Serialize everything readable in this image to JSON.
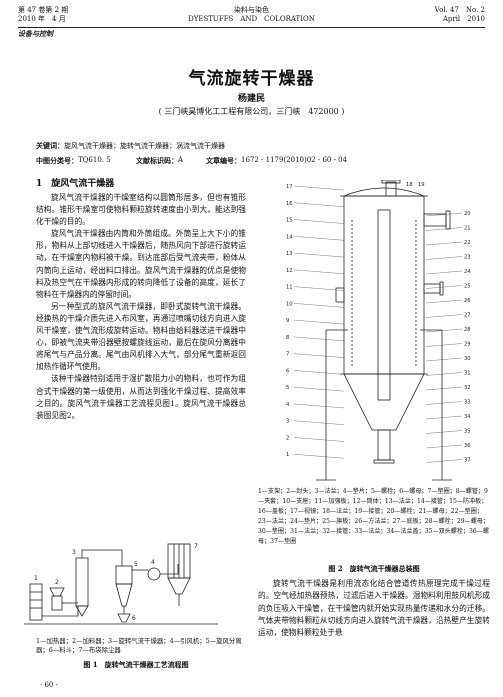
{
  "header": {
    "volume_cn": "第 47 卷第 2 期",
    "date_cn": "2010 年　4 月",
    "journal_cn": "染料与染色",
    "journal_en": "DYESTUFFS　AND　COLORATION",
    "volume_en": "Vol. 47　No. 2",
    "date_en": "April　2010",
    "section": "设备与控制"
  },
  "article": {
    "title": "气流旋转干燥器",
    "author": "杨建民",
    "affiliation": "( 三门峡昊博化工工程有限公司，三门峡　472000 )",
    "keywords_label": "关键词：",
    "keywords": "旋风气流干燥器；旋转气流干燥器；涡流气流干燥器",
    "clc_label": "中图分类号：",
    "clc": "TQ610. 5",
    "doc_code_label": "文献标识码：",
    "doc_code": "A",
    "article_no_label": "文章编号：",
    "article_no": "1672 - 1179(2010)02 - 60 - 04"
  },
  "body": {
    "section1_heading": "1　旋风气流干燥器",
    "p1": "旋风气流干燥器的干燥室结构以圆筒形居多，但也有锥形结构。锥形干燥室可使物料颗粒旋转速度由小到大，能达到强化干燥的目的。",
    "p2": "旋风气流干燥器由内筒和外筒组成。外筒呈上大下小的锥形，物料从上部切线进入干燥器后，随热风向下部进行旋转运动，在干燥室内物料被干燥。到达底部后受气流夹带，粉体从内筒向上运动，经出料口排出。旋风气流干燥器的优点是使物料及热空气在干燥器内形成的转向降低了设备的高度，延长了物料在干燥器内的停留时间。",
    "p3": "另一种型式的旋风气流干燥器，即卧式旋转气流干燥器。经换热的干燥介质先进入布风室，再通过喷嘴切线方向进入旋风干燥室，使气流形成旋转运动。物料由给料器送进干燥器中心，即被气流夹带沿器壁按螺旋线运动，最后在旋风分离器中将尾气与产品分离。尾气由风机排入大气，部分尾气重新返回加热作循环气使用。",
    "p4": "该种干燥器特别适用于湿扩散阻力小的物料，也可作为组合式干燥器的第一级使用，从而达到强化干燥过程、提高效率之目的。旋风气流干燥器工艺流程见图1。旋风气流干燥器总装图见图2。"
  },
  "figure1": {
    "caption": "1—加热器；2—加料器；3—旋转气流干燥器；4—引风机；5—旋风分离器；6—料斗；7—布袋除尘器",
    "title": "图 1　旋转气流干燥器工艺流程图",
    "labels": [
      "1",
      "2",
      "3",
      "4",
      "5",
      "6",
      "7"
    ]
  },
  "figure2": {
    "caption": "1—支架；2—封头；3—法兰；4—垫片；5—螺栓；6—螺母；7—垫圈；8—螺管；9—夹套；10—支座；11—加强板；12—筒体；13—法兰；14—接管；15—防冲板；16—盖板；17—视镜；18—法兰；19—接管；20—螺栓；21—螺母；22—垫圈；23—法兰；24—垫片；25—旗板；26—方法兰；27—底板；28—螺栓；29—螺母；30—垫圈；31—法兰；32—接管；33—法兰；34—法兰盖；35—双头螺栓；36—螺母；37—垫圈",
    "title": "图 2　旋转气流干燥器总装图",
    "labels": [
      "1",
      "2",
      "3",
      "4",
      "5",
      "6",
      "7",
      "8",
      "9",
      "10",
      "11",
      "12",
      "13",
      "14",
      "15",
      "16",
      "17",
      "18",
      "19",
      "20",
      "21",
      "22",
      "23",
      "24",
      "25",
      "26",
      "27",
      "28",
      "29",
      "30",
      "31",
      "32",
      "33",
      "34",
      "35",
      "36",
      "37"
    ]
  },
  "body_col2": {
    "p5": "旋转气流干燥器是利用流态化结合管道传热原理完成干燥过程的。空气经加热器预热，过滤后进入干燥器。湿物料利用鼓风机形成的负压吸入干燥管，在干燥管内就开始实现热量传递和水分的迁移。气体夹带物料颗粒从切线方向进入旋转气流干燥器，沿热壁产生旋转运动，使物料颗粒处于悬"
  },
  "footer": {
    "page": "· 60 ·"
  }
}
